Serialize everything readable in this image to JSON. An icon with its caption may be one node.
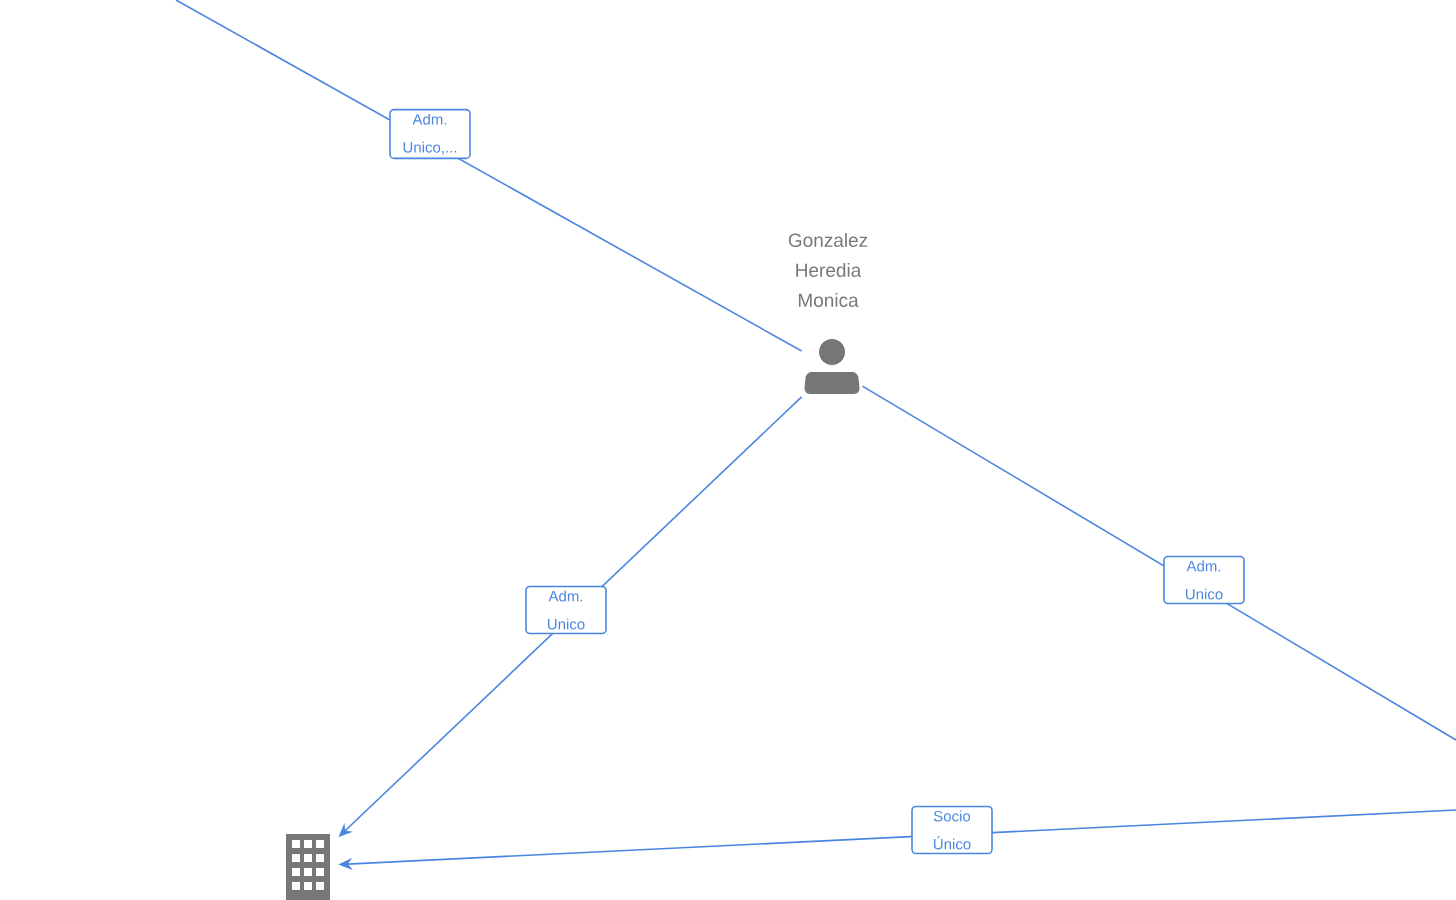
{
  "diagram": {
    "nodes": [
      {
        "text": [
          "Gonzalez Heredia Monica"
        ]
      },
      {
        "text": [],
        "shape": "building"
      }
    ],
    "edges": [
      {
        "from": 0,
        "to": null,
        "arrow": "none",
        "label": "Adm. Unico,..."
      },
      {
        "from": 0,
        "to": 1,
        "arrow": "to",
        "label": "Adm. Unico"
      },
      {
        "from": 0,
        "to": null,
        "arrow": "none",
        "label": "Adm. Unico"
      },
      {
        "from": null,
        "to": 1,
        "arrow": "to",
        "label": "Socio Único"
      }
    ]
  }
}
